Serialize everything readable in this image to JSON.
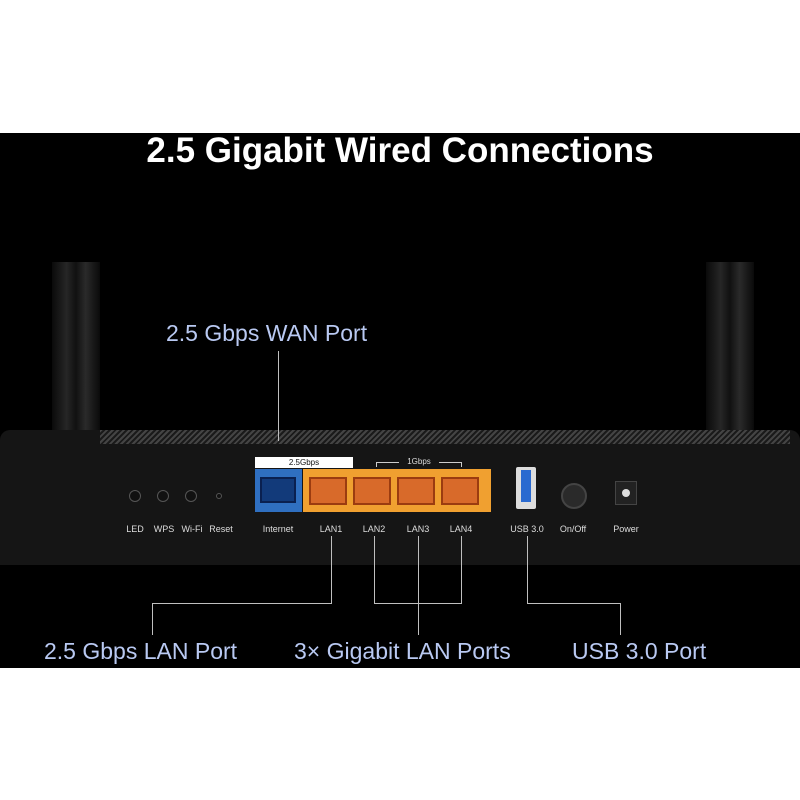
{
  "title": "2.5 Gigabit Wired Connections",
  "callouts": {
    "wan": "2.5 Gbps WAN Port",
    "lan25": "2.5 Gbps LAN Port",
    "lan_gig": "3× Gigabit LAN Ports",
    "usb": "USB 3.0 Port"
  },
  "panel": {
    "speed_25": "2.5Gbps",
    "speed_1": "1Gbps",
    "labels": [
      "LED",
      "WPS",
      "Wi-Fi",
      "Reset",
      "Internet",
      "LAN1",
      "LAN2",
      "LAN3",
      "LAN4",
      "USB 3.0",
      "On/Off",
      "Power"
    ]
  },
  "colors": {
    "wan_port": "#2f6fc0",
    "lan_block": "#f0a030",
    "callout": "#b9c9f2"
  }
}
